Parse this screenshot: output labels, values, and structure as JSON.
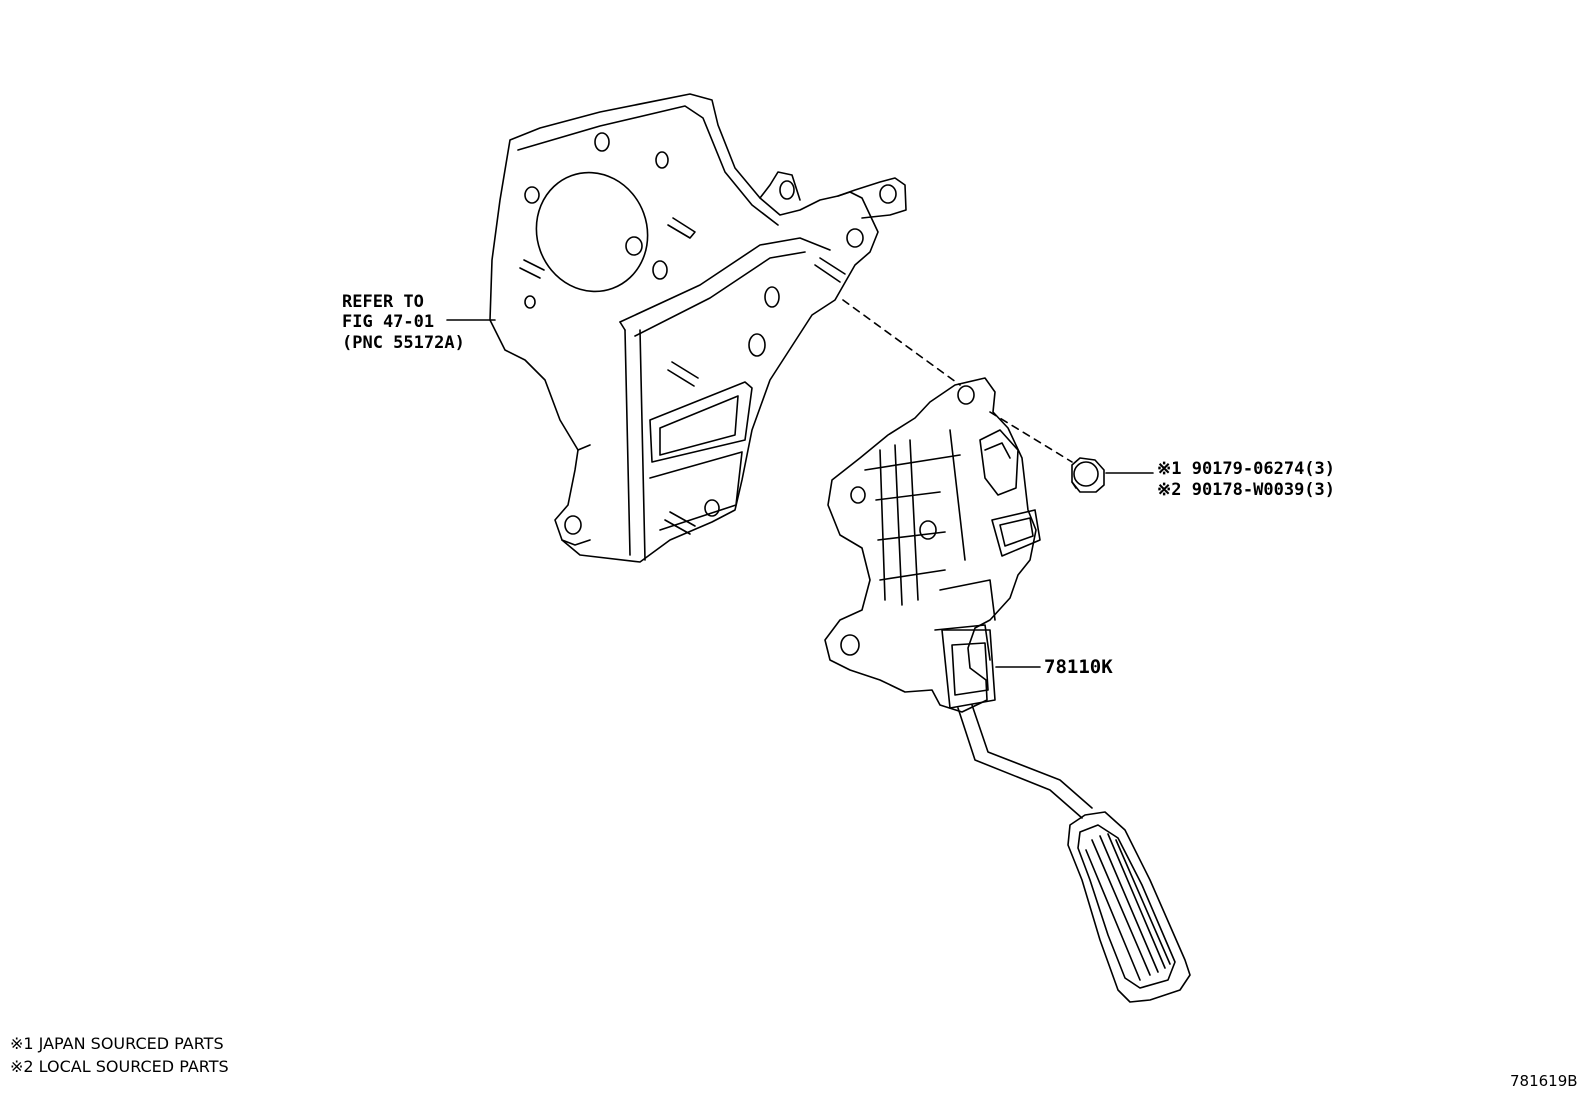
{
  "callouts": {
    "bracket_ref": {
      "line1": "REFER TO",
      "line2": "FIG 47-01",
      "line3": "(PNC 55172A)"
    },
    "nut": {
      "line1": "※1 90179-06274(3)",
      "line2": "※2 90178-W0039(3)"
    },
    "pedal": {
      "label": "78110K"
    }
  },
  "notes": {
    "note1": "※1 JAPAN SOURCED PARTS",
    "note2": "※2 LOCAL SOURCED PARTS"
  },
  "illustration_code": "781619B"
}
